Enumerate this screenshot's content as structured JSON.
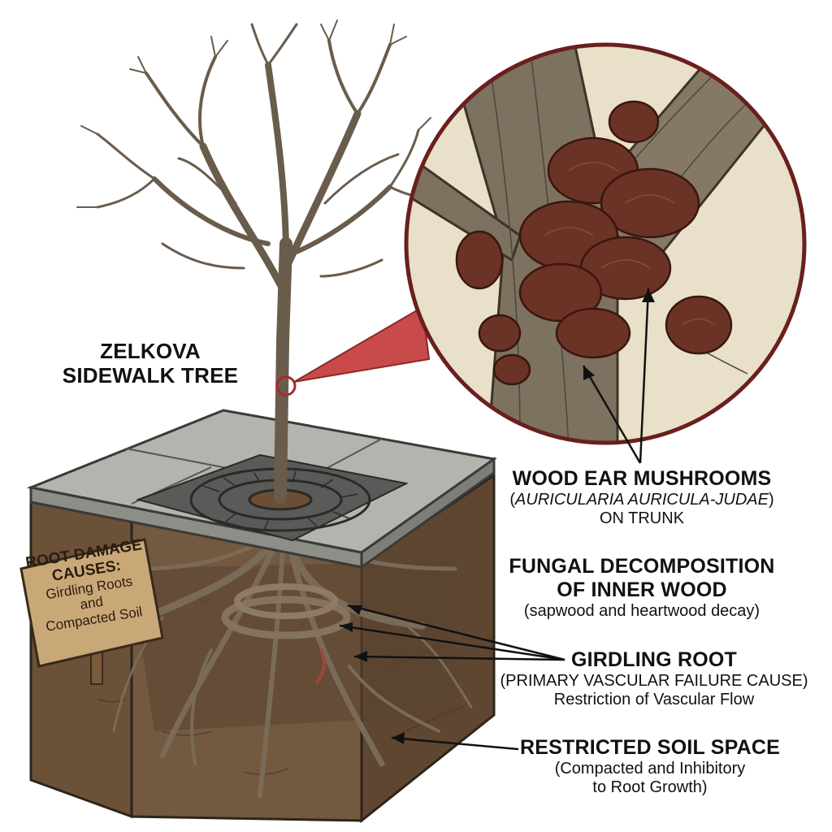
{
  "tree_label": {
    "line1": "ZELKOVA",
    "line2": "SIDEWALK TREE"
  },
  "sign": {
    "title_line1": "ROOT DAMAGE",
    "title_line2": "CAUSES:",
    "line1": "Girdling Roots",
    "line2": "and",
    "line3": "Compacted Soil"
  },
  "wood_ear": {
    "heading": "WOOD EAR MUSHROOMS",
    "open_paren": "(",
    "scientific": "AURICULARIA AURICULA-JUDAE",
    "close_paren": ")",
    "line3": "ON TRUNK"
  },
  "fungal": {
    "line1": "FUNGAL DECOMPOSITION",
    "line2": "OF INNER WOOD",
    "line3": "(sapwood and heartwood decay)"
  },
  "girdling": {
    "heading": "GIRDLING ROOT",
    "line2": "(PRIMARY VASCULAR FAILURE CAUSE)",
    "line3": "Restriction of Vascular Flow"
  },
  "soil": {
    "heading": "RESTRICTED SOIL SPACE",
    "line2": "(Compacted and Inhibitory",
    "line3": "to Root Growth)"
  },
  "colors": {
    "callout_red": "#c94a4a",
    "bark": "#6e6250",
    "mushroom": "#6b3226",
    "soil": "#6b5238",
    "pavement": "#a9a9a4",
    "grate": "#4f4f4f",
    "inset_bg": "#e8e0c8"
  }
}
